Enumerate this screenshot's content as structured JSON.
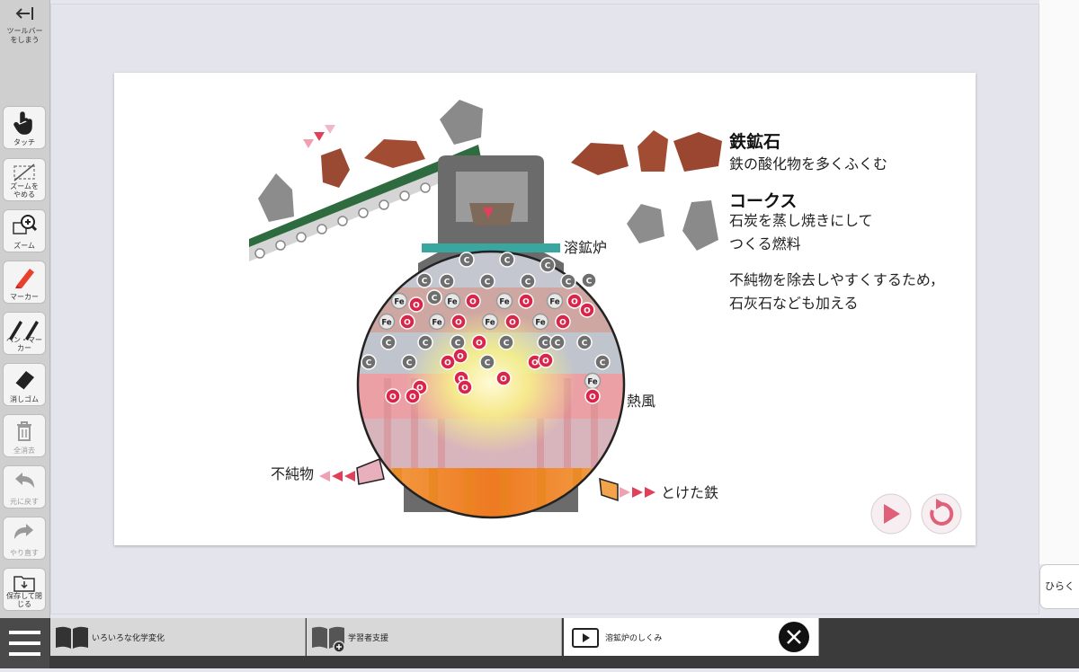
{
  "toolbar": {
    "hide_label": "ツールバー\nをしまう",
    "tools": [
      {
        "label": "タッチ",
        "icon": "hand-pointer-icon",
        "enabled": true
      },
      {
        "label": "ズームを\nやめる",
        "icon": "zoom-off-icon",
        "enabled": true
      },
      {
        "label": "ズーム",
        "icon": "zoom-in-icon",
        "enabled": true
      },
      {
        "label": "マーカー",
        "icon": "marker-icon",
        "enabled": true
      },
      {
        "label": "ペン・マーカー",
        "icon": "pen-marker-icon",
        "enabled": true
      },
      {
        "label": "消しゴム",
        "icon": "eraser-icon",
        "enabled": true
      },
      {
        "label": "全消去",
        "icon": "trash-icon",
        "enabled": false
      },
      {
        "label": "元に戻す",
        "icon": "undo-icon",
        "enabled": false
      },
      {
        "label": "やり直す",
        "icon": "redo-icon",
        "enabled": false
      },
      {
        "label": "保存して閉じる",
        "icon": "save-close-icon",
        "enabled": true
      }
    ]
  },
  "slide": {
    "ore_title": "鉄鉱石",
    "ore_desc": "鉄の酸化物を多くふくむ",
    "coke_title": "コークス",
    "coke_desc_1": "石炭を蒸し焼きにして",
    "coke_desc_2": "つくる燃料",
    "limestone_1": "不純物を除去しやすくするため，",
    "limestone_2": "石灰石なども加える",
    "furnace_label": "溶鉱炉",
    "hot_air_label": "熱風",
    "impurity_label": "不純物",
    "molten_iron_label": "とけた鉄",
    "atom_fe": "Fe",
    "atom_o": "O",
    "atom_c": "C"
  },
  "side_panel": {
    "open_label": "ひらく"
  },
  "tabs": [
    {
      "label": "いろいろな化学変化",
      "icon": "book-icon",
      "active": false
    },
    {
      "label": "学習者支援",
      "icon": "book-plus-icon",
      "active": false
    },
    {
      "label": "溶鉱炉のしくみ",
      "icon": "video-icon",
      "active": true
    }
  ],
  "colors": {
    "accent_pink": "#e0607a",
    "oxygen_red": "#d8264a",
    "carbon_gray": "#7a7a7a",
    "conveyor_green": "#2e6b3e"
  }
}
